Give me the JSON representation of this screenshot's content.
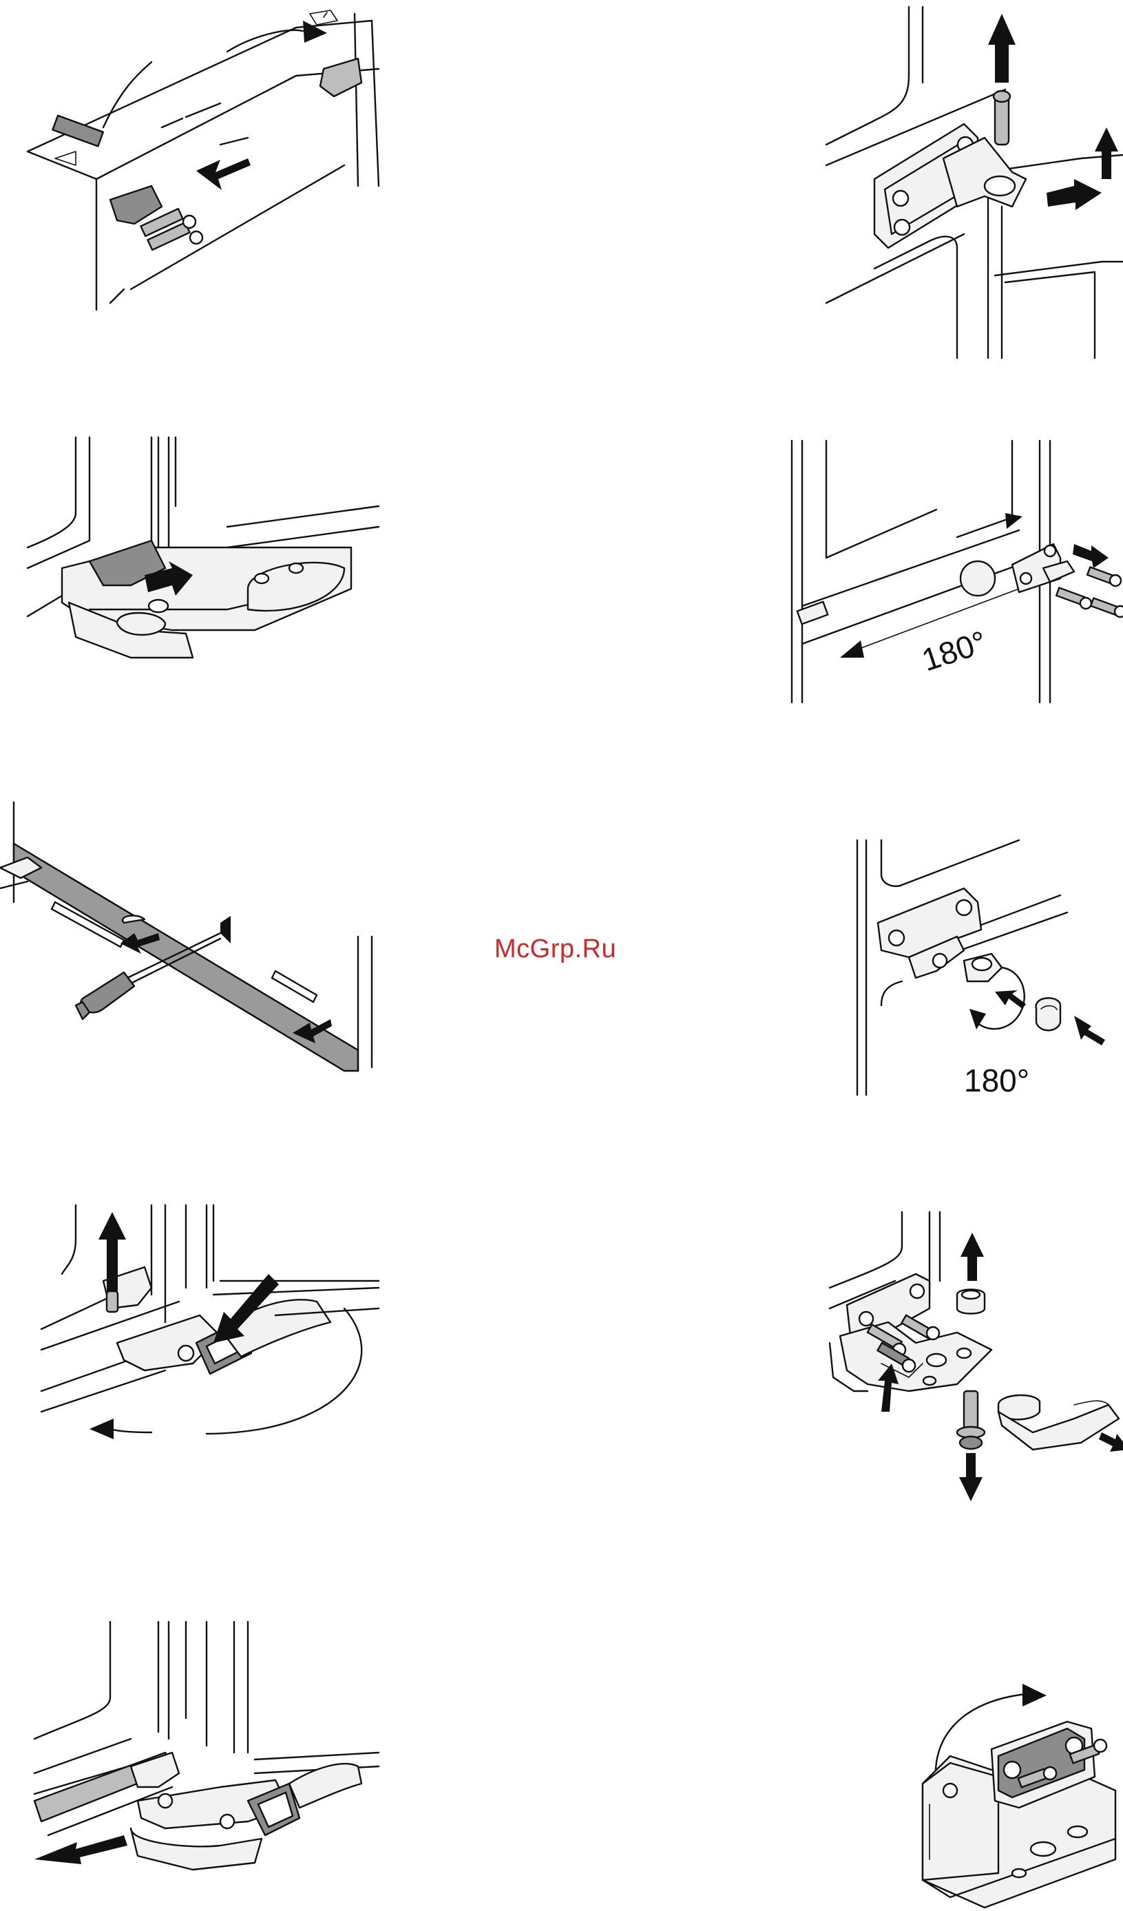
{
  "watermark": "McGrp.Ru",
  "figures": [
    {
      "id": "fig-1",
      "labels": []
    },
    {
      "id": "fig-2",
      "labels": []
    },
    {
      "id": "fig-3",
      "labels": []
    },
    {
      "id": "fig-4",
      "labels": [
        "180°"
      ]
    },
    {
      "id": "fig-5",
      "labels": []
    },
    {
      "id": "fig-6",
      "labels": [
        "180°"
      ]
    },
    {
      "id": "fig-7",
      "labels": []
    },
    {
      "id": "fig-8",
      "labels": []
    },
    {
      "id": "fig-9",
      "labels": []
    },
    {
      "id": "fig-10",
      "labels": []
    }
  ]
}
